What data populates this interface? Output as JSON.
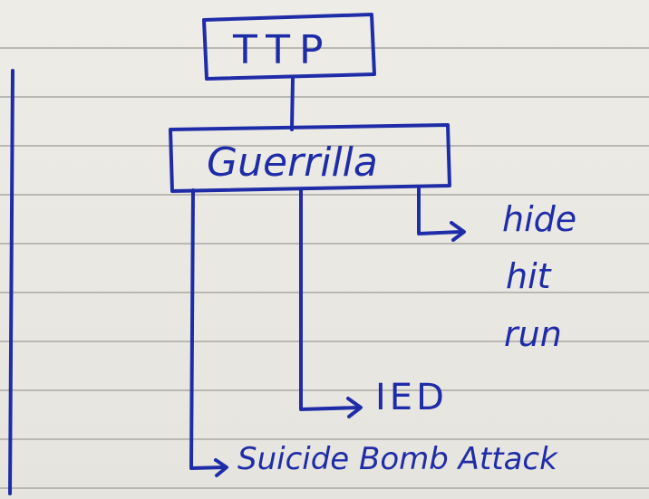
{
  "diagram": {
    "root": {
      "label": "TTP"
    },
    "child": {
      "label": "Guerrilla"
    },
    "branches": {
      "tactics": [
        "hide",
        "hit",
        "run"
      ],
      "ied": "IED",
      "suicide": "Suicide Bomb Attack"
    }
  },
  "colors": {
    "ink": "#1f2ca8",
    "paper": "#e9e7e1",
    "rule": "#b9b8b3"
  }
}
